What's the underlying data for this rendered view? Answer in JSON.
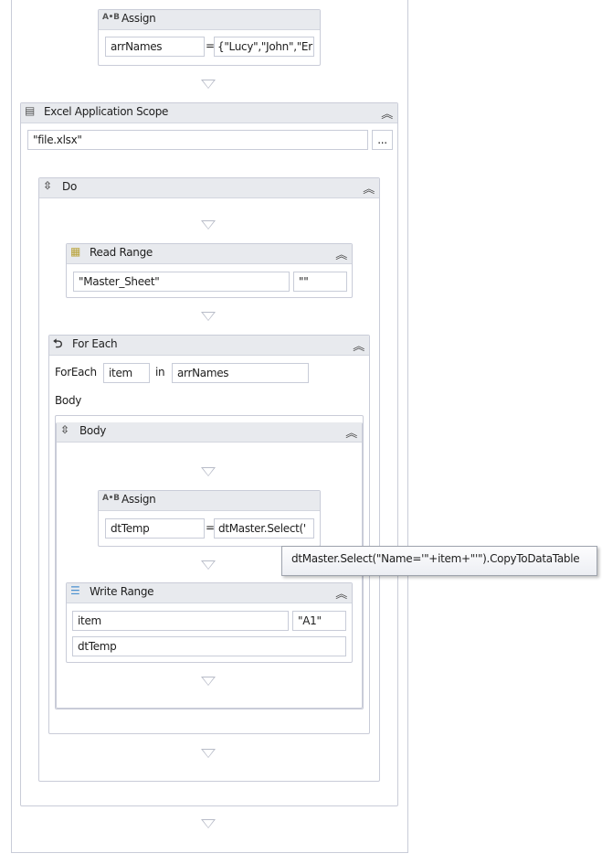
{
  "assign1": {
    "title": "Assign",
    "icon": "A•B",
    "to": "arrNames",
    "eq": "=",
    "value": "{\"Lucy\",\"John\",\"Er"
  },
  "excel": {
    "title": "Excel Application Scope",
    "path": "\"file.xlsx\"",
    "browse": "..."
  },
  "do": {
    "title": "Do"
  },
  "read": {
    "title": "Read Range",
    "sheet": "\"Master_Sheet\"",
    "range": "\"\""
  },
  "foreach": {
    "title": "For Each",
    "label": "ForEach",
    "item": "item",
    "in": "in",
    "values": "arrNames",
    "body_label": "Body"
  },
  "body": {
    "title": "Body"
  },
  "assign2": {
    "title": "Assign",
    "icon": "A•B",
    "to": "dtTemp",
    "eq": "=",
    "value": "dtMaster.Select('"
  },
  "tooltip": "dtMaster.Select(\"Name='\"+item+\"'\").CopyToDataTable",
  "write": {
    "title": "Write Range",
    "sheet": "item",
    "range": "\"A1\"",
    "data": "dtTemp"
  },
  "collapse": "︽"
}
